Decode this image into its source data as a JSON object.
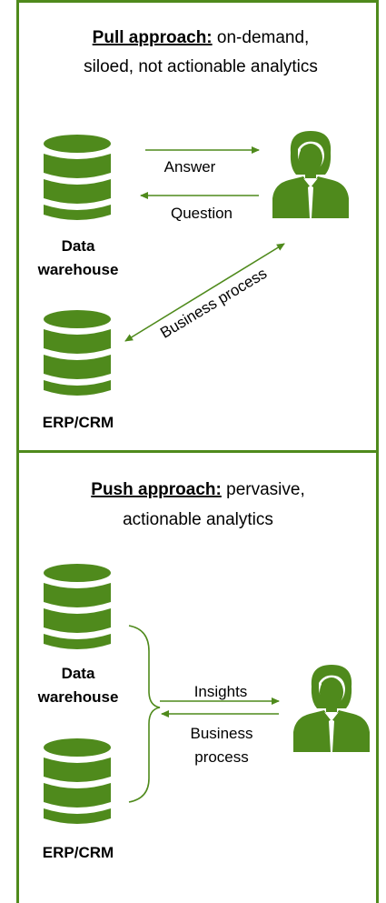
{
  "colors": {
    "accent": "#4f8a1c",
    "border": "#4f8a1c"
  },
  "pull": {
    "title_bold": "Pull approach:",
    "title_rest": " on-demand,",
    "title_line2": "siloed, not actionable analytics",
    "answer": "Answer",
    "question": "Question",
    "business_process": "Business process",
    "dw_line1": "Data",
    "dw_line2": "warehouse",
    "erp": "ERP/CRM",
    "icons": [
      "database-icon",
      "database-icon",
      "person-icon"
    ]
  },
  "push": {
    "title_bold": "Push approach:",
    "title_rest": " pervasive,",
    "title_line2": "actionable analytics",
    "insights": "Insights",
    "bp_line1": "Business",
    "bp_line2": "process",
    "dw_line1": "Data",
    "dw_line2": "warehouse",
    "erp": "ERP/CRM",
    "icons": [
      "database-icon",
      "database-icon",
      "person-icon"
    ]
  }
}
